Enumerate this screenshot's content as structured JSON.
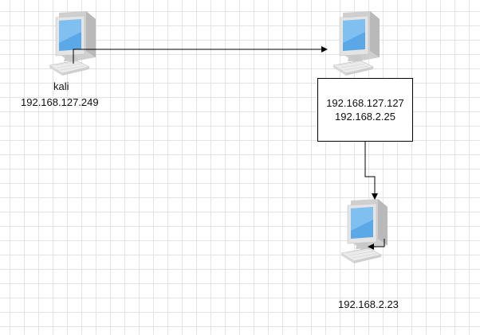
{
  "nodes": {
    "attacker": {
      "name": "kali",
      "ip": "192.168.127.249"
    },
    "gateway": {
      "ip_a": "192.168.127.127",
      "ip_b": "192.168.2.25"
    },
    "target": {
      "ip": "192.168.2.23"
    }
  },
  "colors": {
    "screen": "#5aa9e6",
    "monitor_body": "#d5d5d5",
    "connector": "#000000"
  }
}
